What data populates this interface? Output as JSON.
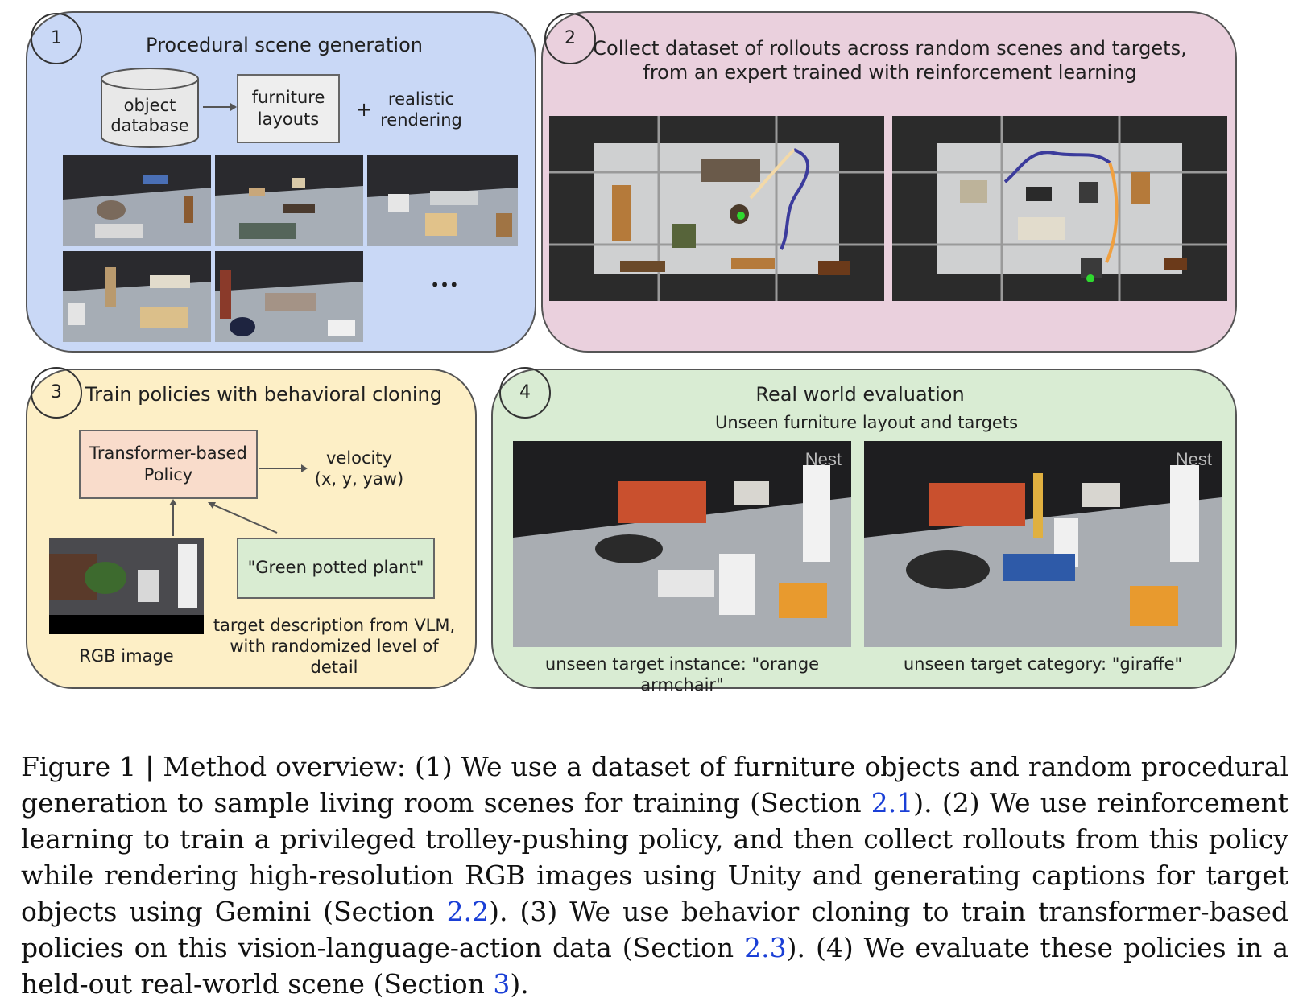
{
  "panel1": {
    "number": "1",
    "title": "Procedural scene generation",
    "db_label_1": "object",
    "db_label_2": "database",
    "layouts_label_1": "furniture",
    "layouts_label_2": "layouts",
    "plus": "+",
    "rendering_label_1": "realistic",
    "rendering_label_2": "rendering",
    "more": "•••",
    "colors": {
      "bg": "#c9d8f6"
    }
  },
  "panel2": {
    "number": "2",
    "title_line1": "Collect dataset of rollouts across random scenes and targets,",
    "title_line2": "from an expert trained with reinforcement learning",
    "colors": {
      "bg": "#ead0dd"
    }
  },
  "panel3": {
    "number": "3",
    "title": "Train policies with behavioral cloning",
    "policy_line1": "Transformer-based",
    "policy_line2": "Policy",
    "velocity_line1": "velocity",
    "velocity_line2": "(x, y, yaw)",
    "prompt": "\"Green potted plant\"",
    "target_desc_line1": "target description from VLM,",
    "target_desc_line2": "with randomized level of detail",
    "rgb_label": "RGB image",
    "colors": {
      "bg": "#fdefc6",
      "policy_box": "#f9dccb",
      "prompt_box": "#d9ecd2"
    }
  },
  "panel4": {
    "number": "4",
    "title": "Real world evaluation",
    "subtitle": "Unseen furniture layout and targets",
    "photo_left_caption": "unseen target instance: \"orange armchair\"",
    "photo_right_caption": "unseen target category: \"giraffe\"",
    "watermark": "Nest",
    "colors": {
      "bg": "#d9ecd3"
    }
  },
  "caption": {
    "prefix": "Figure 1 | Method overview: (1) We use a dataset of furniture objects and random procedural generation to sample living room scenes for training (Section ",
    "ref1": "2.1",
    "part2": "). (2) We use reinforcement learning to train a privileged trolley-pushing policy, and then collect rollouts from this policy while rendering high-resolution RGB images using Unity and generating captions for target objects using Gemini (Section ",
    "ref2": "2.2",
    "part3": "). (3) We use behavior cloning to train transformer-based policies on this vision-language-action data (Section ",
    "ref3": "2.3",
    "part4": "). (4) We evaluate these policies in a held-out real-world scene (Section ",
    "ref4": "3",
    "suffix": ")."
  }
}
